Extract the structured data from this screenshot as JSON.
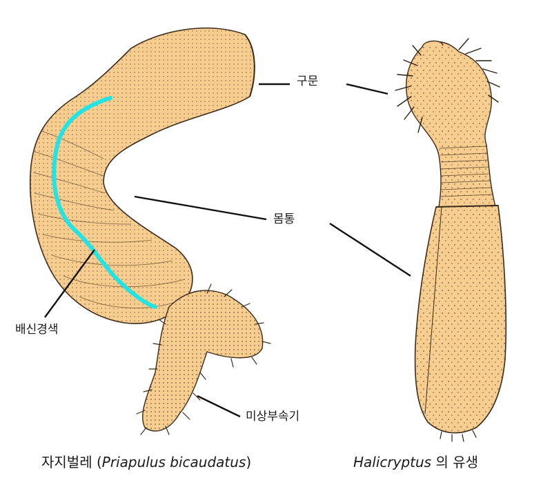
{
  "labels": {
    "proboscis": "구문",
    "trunk": "몸통",
    "ventral_nerve_cord": "배신경색",
    "caudal_appendage": "미상부속기"
  },
  "captions": {
    "left_korean": "자지벌레",
    "left_open": "(",
    "left_latin": "Priapulus bicaudatus",
    "left_close": ")",
    "right_latin": "Halicryptus",
    "right_korean": "의 유생"
  },
  "colors": {
    "body_fill": "#f7cd90",
    "outline": "#3a2a1a",
    "nerve_cord": "#22e4e4",
    "leader_line": "#111111"
  }
}
